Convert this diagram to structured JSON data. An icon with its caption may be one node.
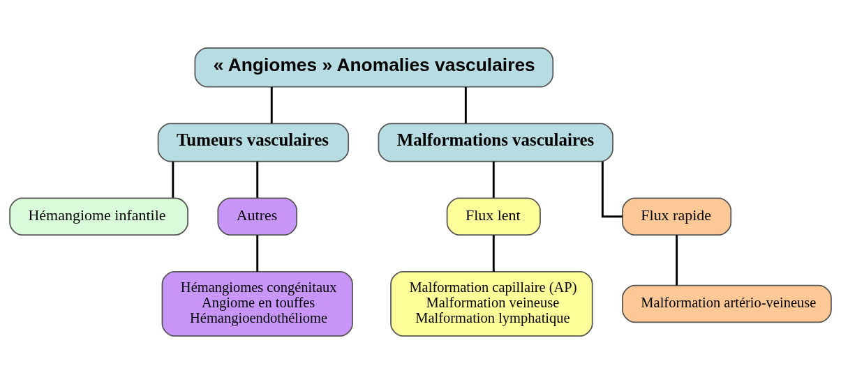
{
  "diagram": {
    "nodes": [
      {
        "text": [
          "« Angiomes » Anomalies vasculaires"
        ]
      },
      {
        "text": [
          "Tumeurs vasculaires"
        ]
      },
      {
        "text": [
          "Malformations vasculaires"
        ]
      },
      {
        "text": [
          "Hémangiome infantile"
        ]
      },
      {
        "text": [
          "Autres"
        ]
      },
      {
        "text": [
          "Flux lent"
        ]
      },
      {
        "text": [
          "Flux rapide"
        ]
      },
      {
        "text": [
          "Hémangiomes congénitaux",
          "Angiome en touffes",
          "Hémangioendothéliome"
        ]
      },
      {
        "text": [
          "Malformation capillaire (AP)",
          "Malformation veineuse",
          "Malformation lymphatique"
        ]
      },
      {
        "text": [
          "Malformation artério-veineuse"
        ]
      }
    ],
    "edges": [
      {
        "from": 0,
        "to": 1,
        "arrow": "none"
      },
      {
        "from": 0,
        "to": 2,
        "arrow": "none"
      },
      {
        "from": 1,
        "to": 3,
        "arrow": "none"
      },
      {
        "from": 1,
        "to": 4,
        "arrow": "none"
      },
      {
        "from": 2,
        "to": 5,
        "arrow": "none"
      },
      {
        "from": 2,
        "to": 6,
        "arrow": "none"
      },
      {
        "from": 4,
        "to": 7,
        "arrow": "none"
      },
      {
        "from": 5,
        "to": 8,
        "arrow": "none"
      },
      {
        "from": 6,
        "to": 9,
        "arrow": "none"
      }
    ]
  }
}
